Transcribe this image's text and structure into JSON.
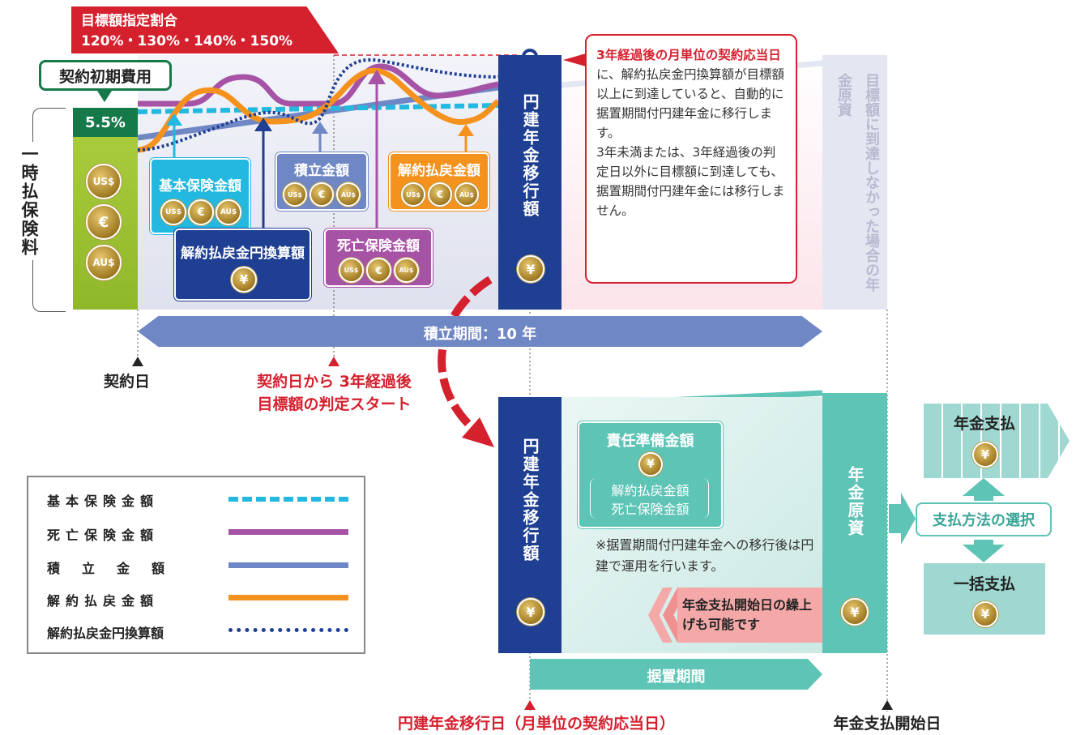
{
  "header": {
    "target_ratio_title": "目標額指定割合",
    "target_ratio_values": "120%・130%・140%・150%",
    "initial_cost_label": "契約初期費用",
    "initial_cost_rate": "5.5%"
  },
  "premium_label": "一時払保険料",
  "currency_icons": [
    "US$",
    "€",
    "AU$"
  ],
  "boxes": {
    "basic": {
      "label": "基本保険金額",
      "color": "#22b8e0"
    },
    "accumulated": {
      "label": "積立金額",
      "color": "#6f87c4"
    },
    "surrender_yen": {
      "label": "解約払戻金円換算額",
      "color": "#1f3f93"
    },
    "death": {
      "label": "死亡保険金額",
      "color": "#a653a6"
    },
    "surrender": {
      "label": "解約払戻金額",
      "color": "#f5921e"
    }
  },
  "yen_symbol": "¥",
  "transfer_column_label": "円建年金移行額",
  "callout": {
    "highlight": "3年経過後の月単位の契約応当日",
    "text1": "に、解約払戻金円換算額が目標額以上に到達していると、自動的に据置期間付円建年金に移行します。",
    "text2": "3年未満または、3年経過後の判定日以外に目標額に到達しても、据置期間付円建年金には移行しません。"
  },
  "not_reached_label": "目標額に到達しなかった場合の年金原資",
  "accumulation_period": "積立期間：10 年",
  "contract_date": "契約日",
  "three_year_label_1": "契約日から 3年経過後",
  "three_year_label_2": "目標額の判定スタート",
  "lower": {
    "transfer_label": "円建年金移行額",
    "reserve_label": "責任準備金額",
    "reserve_sub1": "解約払戻金額",
    "reserve_sub2": "死亡保険金額",
    "note": "※据置期間付円建年金への移行後は円建で運用を行います。",
    "advance_note": "年金支払開始日の繰上げも可能です",
    "annuity_fund": "年金原資",
    "deferral_period": "据置期間"
  },
  "payment": {
    "annuity": "年金支払",
    "choose": "支払方法の選択",
    "lump_sum": "一括支払"
  },
  "bottom": {
    "transfer_date": "円建年金移行日（月単位の契約応当日）",
    "payment_start": "年金支払開始日"
  },
  "legend": [
    {
      "label": "基本保険金額",
      "color": "#22b8e0",
      "style": "dashed"
    },
    {
      "label": "死亡保険金額",
      "color": "#a653a6",
      "style": "solid"
    },
    {
      "label": "積立金額",
      "color": "#6f87c4",
      "style": "solid"
    },
    {
      "label": "解約払戻金額",
      "color": "#f5921e",
      "style": "solid"
    },
    {
      "label": "解約払戻金円換算額",
      "color": "#1f3f93",
      "style": "dotted"
    }
  ]
}
